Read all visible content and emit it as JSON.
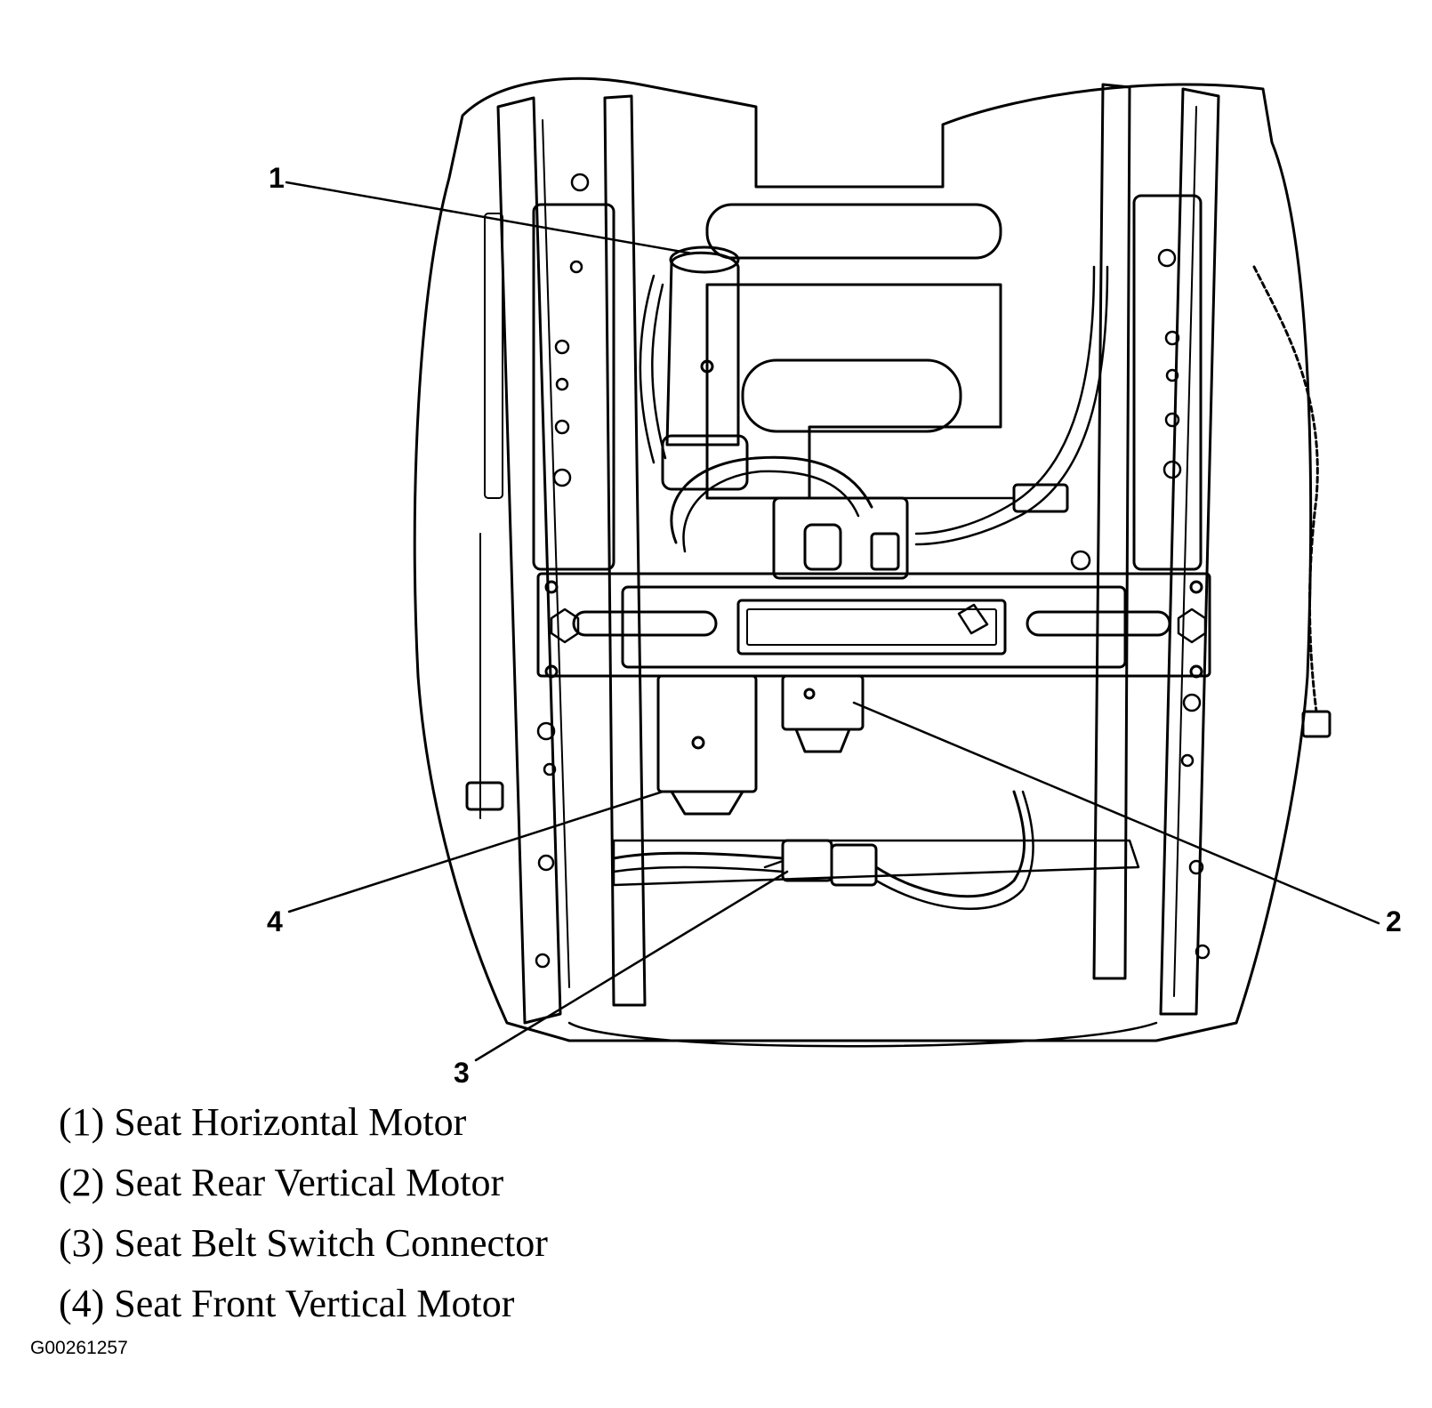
{
  "callouts": {
    "c1": "1",
    "c2": "2",
    "c3": "3",
    "c4": "4"
  },
  "legend": [
    "(1) Seat Horizontal Motor",
    "(2) Seat Rear Vertical Motor",
    "(3) Seat Belt Switch Connector",
    "(4) Seat Front Vertical Motor"
  ],
  "figure_id": "G00261257",
  "colors": {
    "line": "#000000",
    "background": "#ffffff"
  }
}
